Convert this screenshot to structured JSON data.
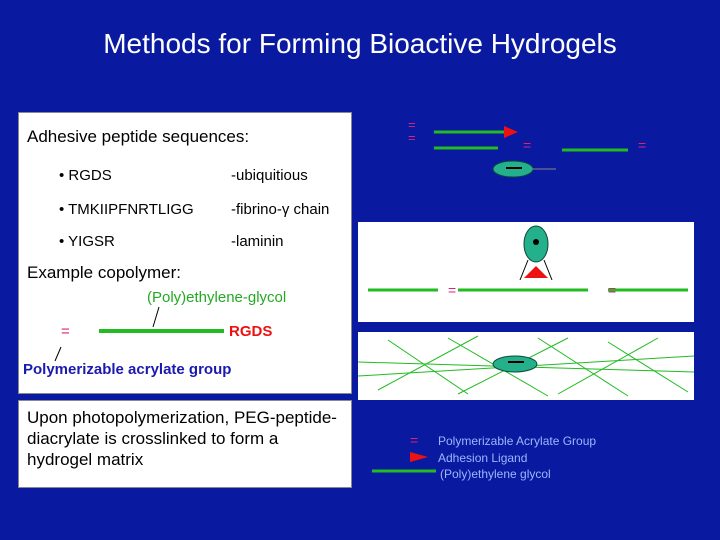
{
  "title": "Methods for Forming Bioactive Hydrogels",
  "left_box": {
    "heading": "Adhesive peptide sequences:",
    "peptides": [
      {
        "name": "• RGDS",
        "source": "-ubiquitious"
      },
      {
        "name": "• TMKIIPFNRTLIGG",
        "source": "-fibrino-γ chain"
      },
      {
        "name": "• YIGSR",
        "source": "-laminin"
      }
    ],
    "example_label": "Example copolymer:",
    "peg_label": "(Poly)ethylene-glycol",
    "acrylate_symbol": "=",
    "rgds_label": "RGDS",
    "acrylate_label": "Polymerizable acrylate group"
  },
  "bottom_text": "Upon photopolymerization, PEG-peptide-diacrylate is crosslinked to form a hydrogel matrix",
  "diagram": {
    "eq_symbol": "=",
    "eq_symbol_stacked": "=\n="
  },
  "legend": [
    {
      "symbol": "=",
      "label": "Polymerizable Acrylate  Group"
    },
    {
      "symbol": "►",
      "label": "Adhesion Ligand"
    },
    {
      "symbol": "line",
      "label": "(Poly)ethylene glycol"
    }
  ],
  "colors": {
    "background": "#0a1aa0",
    "peg_green": "#22bb22",
    "ligand_red": "#ee1111",
    "cell_teal": "#23b08a",
    "acrylate_pink": "#dd2277"
  }
}
